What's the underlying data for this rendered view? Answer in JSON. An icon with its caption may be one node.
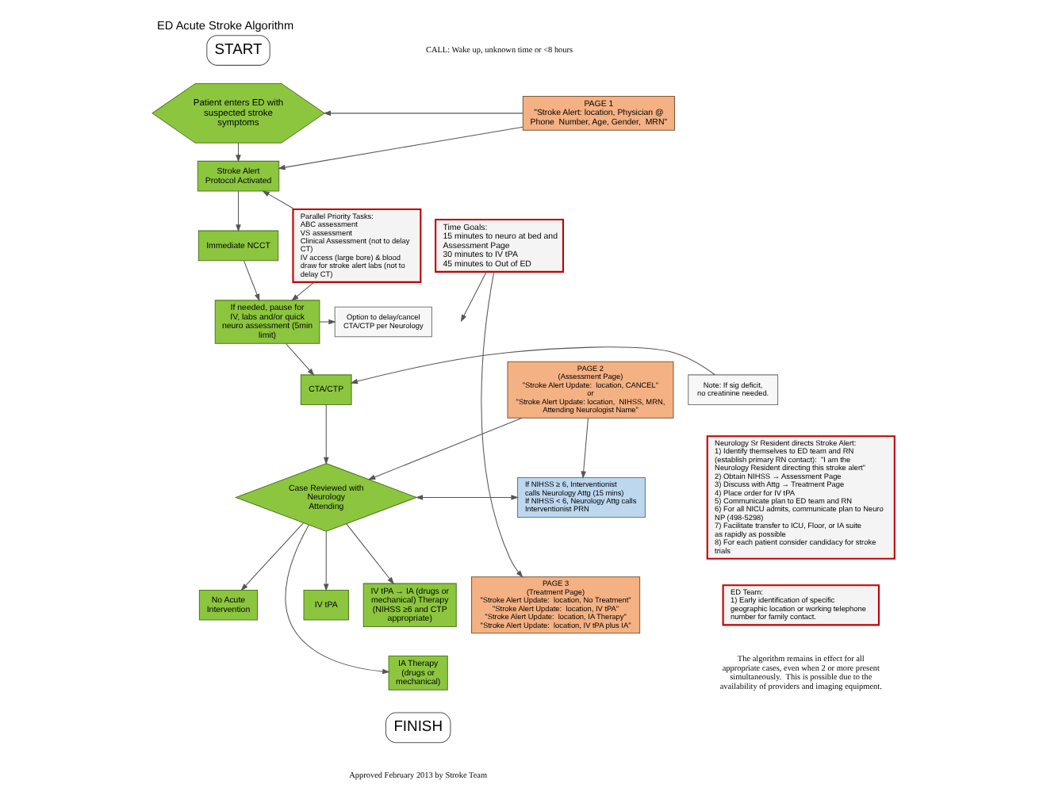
{
  "diagram": {
    "title": "ED Acute Stroke Algorithm",
    "nodes": [
      {
        "text": [
          "START"
        ]
      },
      {
        "text": [
          "Patient enters ED with suspected stroke symptoms"
        ]
      },
      {
        "text": [
          "Stroke Alert Protocol Activated"
        ]
      },
      {
        "text": [
          "Immediate NCCT"
        ]
      },
      {
        "text": [
          "If needed, pause for IV, labs and/or quick neuro assessment (5min limit)"
        ]
      },
      {
        "text": [
          "Option to delay/cancel CTA/CTP per Neurology"
        ]
      },
      {
        "text": [
          "CTA/CTP"
        ]
      },
      {
        "text": [
          "Note: If sig deficit, no creatinine needed."
        ]
      },
      {
        "text": [
          "Case Reviewed with Neurology Attending"
        ]
      },
      {
        "text": [
          "IV tPA"
        ]
      },
      {
        "text": [
          "IV tPA → IA (drugs or mechanical) Therapy (NIHSS ≥6 and CTP appropriate)"
        ]
      },
      {
        "text": [
          "No Acute Intervention"
        ]
      },
      {
        "text": [
          "IA Therapy (drugs or mechanical)"
        ]
      },
      {
        "text": [
          "FINISH"
        ]
      },
      {
        "text": [
          "PAGE 1",
          "\"Stroke Alert: location, Physician @ Phone  Number, Age, Gender,  MRN\""
        ]
      },
      {
        "text": [
          "Parallel Priority Tasks:",
          "ABC assessment",
          "VS assessment",
          "Clinical Assessment (not to delay CT)",
          "IV access (large bore) & blood draw for stroke alert labs (not to delay CT)"
        ]
      },
      {
        "text": [
          "PAGE 2",
          "(Assessment Page)",
          "\"Stroke Alert Update:  location, CANCEL\"",
          "or",
          "\"Stroke Alert Update: location,  NIHSS, MRN, Attending Neurologist Name\""
        ]
      },
      {
        "text": [
          "If NIHSS ≥ 6, Interventionist calls Neurology Attg (15 mins)",
          "If NIHSS < 6, Neurology Attg calls Interventionist PRN"
        ]
      },
      {
        "text": [
          "PAGE 3",
          "(Treatment Page)",
          "\"Stroke Alert Update:  location, No Treatment\"",
          "\"Stroke Alert Update:  location, IV tPA\"",
          "\"Stroke Alert Update:  location, IA Therapy\"",
          "\"Stroke Alert Update:  location, IV tPA plus IA\""
        ]
      },
      {
        "text": [
          "Time Goals:",
          "15 minutes to neuro at bed and Assessment Page",
          "30 minutes to IV tPA",
          "45 minutes to Out of ED"
        ]
      },
      {
        "text": [
          "Neurology Sr Resident directs Stroke Alert:",
          "1) Identify themselves to ED team and RN (establish primary RN contact):  \"I am the Neurology Resident directing this stroke alert\"",
          "2) Obtain NIHSS → Assessment Page",
          "3) Discuss with Attg → Treatment Page",
          "4) Place order for IV tPA",
          "5) Communicate plan to ED team and RN",
          "6) For all NICU admits, communicate plan to Neuro NP (498-5298)",
          "7) Facilitate transfer to ICU, Floor, or IA suite as rapidly as possible",
          "8) For each patient consider candidacy for stroke trials"
        ]
      },
      {
        "text": [
          "ED Team:",
          "1) Early identification of specific geographic location or working telephone number for family contact."
        ]
      }
    ],
    "edges": [
      {
        "from": 1,
        "to": 2,
        "arrow": "to"
      },
      {
        "from": 2,
        "to": 3,
        "arrow": "to"
      },
      {
        "from": 3,
        "to": 4,
        "arrow": "to"
      },
      {
        "from": 4,
        "to": 5,
        "arrow": "to"
      },
      {
        "from": 4,
        "to": 6,
        "arrow": "to"
      },
      {
        "from": 7,
        "to": 6,
        "arrow": "to"
      },
      {
        "from": 6,
        "to": 8,
        "arrow": "to"
      },
      {
        "from": 8,
        "to": 17,
        "arrow": "both"
      },
      {
        "from": 8,
        "to": 11,
        "arrow": "to"
      },
      {
        "from": 8,
        "to": 9,
        "arrow": "to"
      },
      {
        "from": 8,
        "to": 10,
        "arrow": "to"
      },
      {
        "from": 8,
        "to": 12,
        "arrow": "to"
      },
      {
        "from": 14,
        "to": 1,
        "arrow": "to"
      },
      {
        "from": 14,
        "to": 2,
        "arrow": "to"
      },
      {
        "from": 15,
        "to": 2,
        "arrow": "to"
      },
      {
        "from": 15,
        "to": 4,
        "arrow": "to"
      },
      {
        "from": 16,
        "to": 8,
        "arrow": "to"
      },
      {
        "from": 16,
        "to": 17,
        "arrow": "to"
      },
      {
        "from": 19,
        "to": null,
        "arrow": "to"
      },
      {
        "from": 19,
        "to": 18,
        "arrow": "to"
      }
    ],
    "labels": [
      "CALL: Wake up, unknown time or <8 hours",
      "Approved February 2013 by Stroke Team",
      "The algorithm remains in effect for all appropriate cases, even when 2 or more present simultaneously.  This is possible due to the availability of providers and imaging equipment."
    ]
  }
}
